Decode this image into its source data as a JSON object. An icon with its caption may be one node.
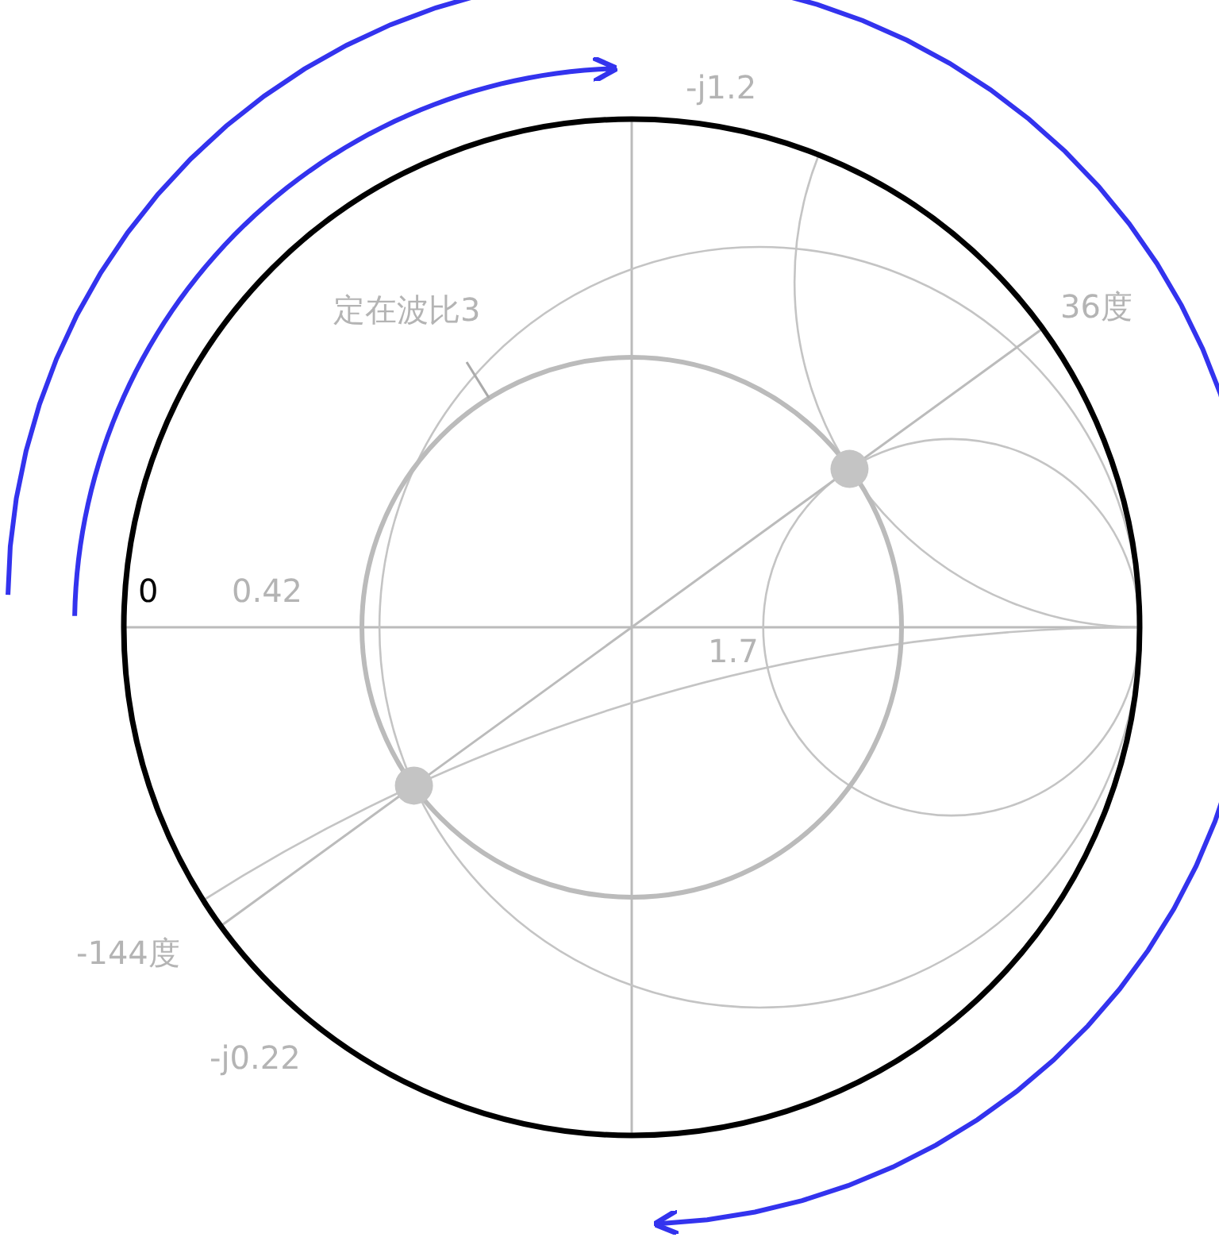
{
  "diagram": {
    "nodes": [
      {
        "text": [
          "定在波比3"
        ]
      },
      {
        "text": [],
        "shape": "circle"
      }
    ],
    "edges": [
      {
        "from": 0,
        "to": 1,
        "arrow": "none"
      }
    ],
    "labels": [
      "-j1.2",
      "36度",
      "0",
      "0.42",
      "1.7",
      "-144度",
      "-j0.22"
    ]
  }
}
